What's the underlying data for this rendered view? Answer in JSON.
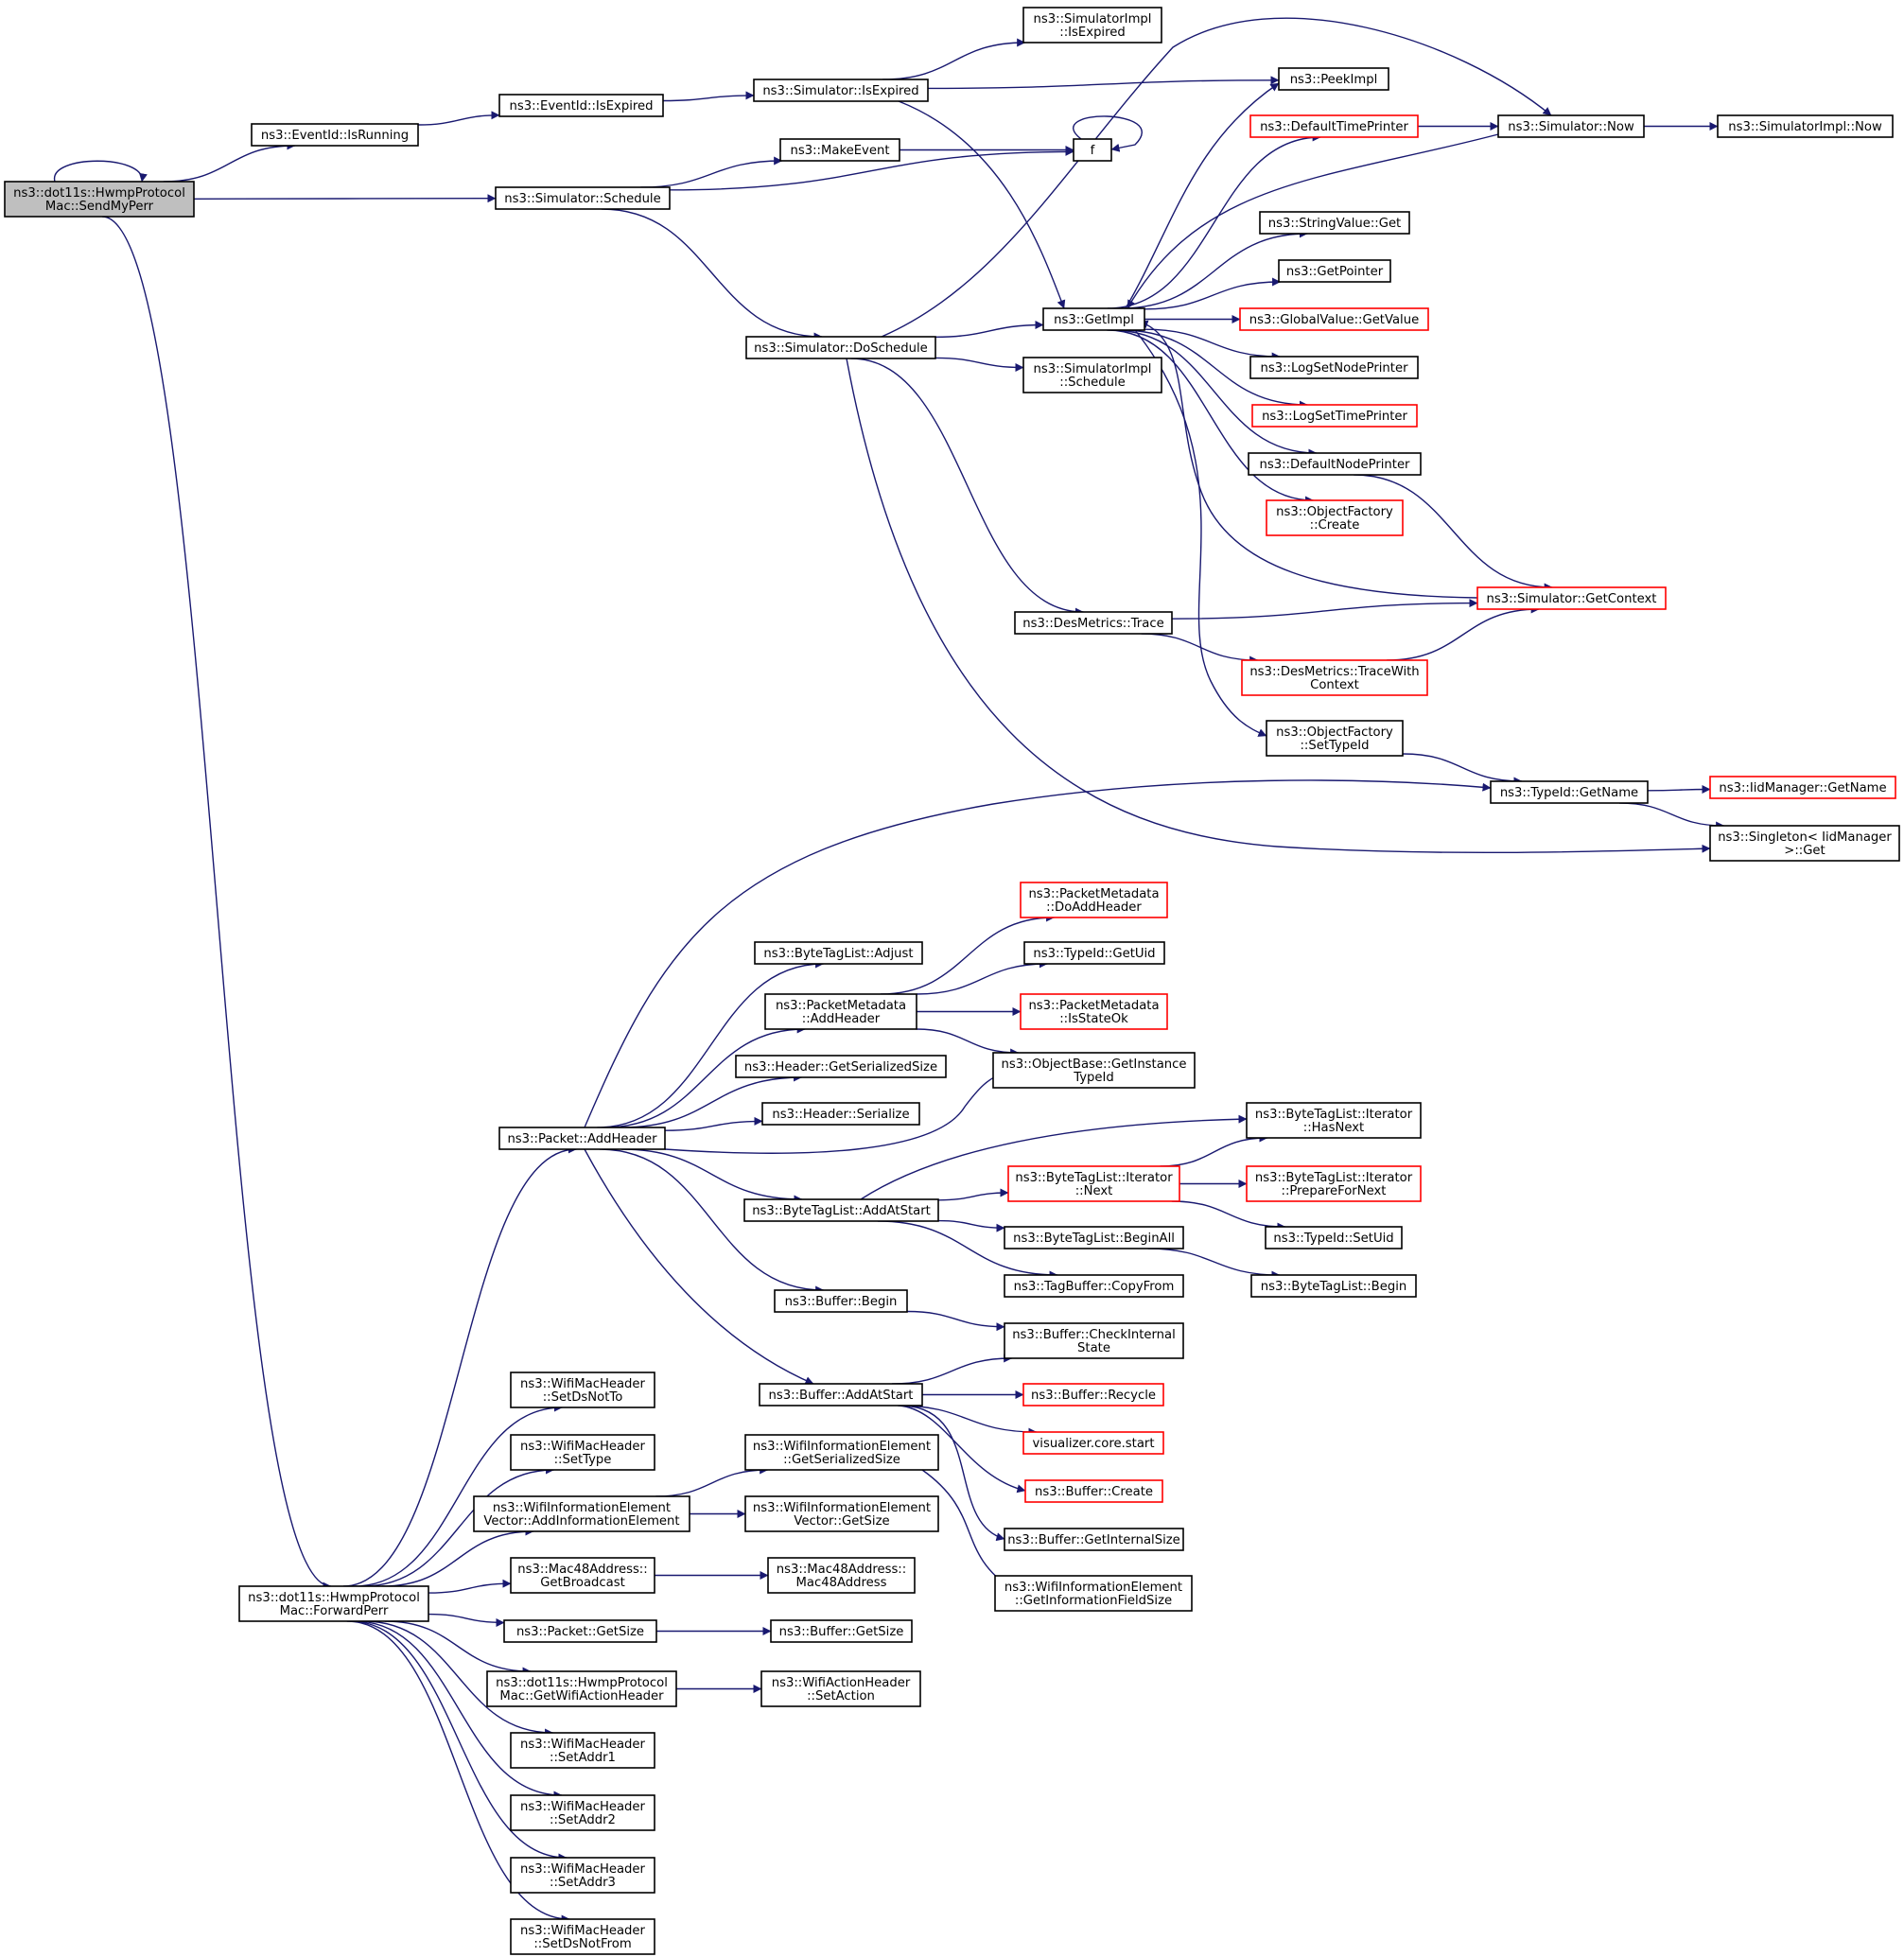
{
  "diagram": {
    "colors": {
      "edge": "#191970",
      "node_border": "#000000",
      "node_border_truncated": "#ff0000",
      "root_fill": "#bfbfbf",
      "node_fill": "#ffffff"
    },
    "nodes": [
      {
        "id": "SendMyPerr",
        "lines": [
          "ns3::dot11s::HwmpProtocol",
          "Mac::SendMyPerr"
        ],
        "style": "root"
      },
      {
        "id": "EventIdIsRunning",
        "lines": [
          "ns3::EventId::IsRunning"
        ],
        "style": "normal"
      },
      {
        "id": "EventIdIsExpired",
        "lines": [
          "ns3::EventId::IsExpired"
        ],
        "style": "normal"
      },
      {
        "id": "SimIsExpired",
        "lines": [
          "ns3::Simulator::IsExpired"
        ],
        "style": "normal"
      },
      {
        "id": "SimImplIsExpired",
        "lines": [
          "ns3::SimulatorImpl",
          "::IsExpired"
        ],
        "style": "normal"
      },
      {
        "id": "PeekImpl",
        "lines": [
          "ns3::PeekImpl"
        ],
        "style": "normal"
      },
      {
        "id": "DefaultTimePrinter",
        "lines": [
          "ns3::DefaultTimePrinter"
        ],
        "style": "truncated"
      },
      {
        "id": "SimNow",
        "lines": [
          "ns3::Simulator::Now"
        ],
        "style": "normal"
      },
      {
        "id": "SimImplNow",
        "lines": [
          "ns3::SimulatorImpl::Now"
        ],
        "style": "normal"
      },
      {
        "id": "MakeEvent",
        "lines": [
          "ns3::MakeEvent"
        ],
        "style": "normal"
      },
      {
        "id": "f",
        "lines": [
          "f"
        ],
        "style": "normal"
      },
      {
        "id": "SimSchedule",
        "lines": [
          "ns3::Simulator::Schedule"
        ],
        "style": "normal"
      },
      {
        "id": "StringValueGet",
        "lines": [
          "ns3::StringValue::Get"
        ],
        "style": "normal"
      },
      {
        "id": "GetPointer",
        "lines": [
          "ns3::GetPointer"
        ],
        "style": "normal"
      },
      {
        "id": "GetImpl",
        "lines": [
          "ns3::GetImpl"
        ],
        "style": "normal"
      },
      {
        "id": "GlobalValueGetValue",
        "lines": [
          "ns3::GlobalValue::GetValue"
        ],
        "style": "truncated"
      },
      {
        "id": "SimDoSchedule",
        "lines": [
          "ns3::Simulator::DoSchedule"
        ],
        "style": "normal"
      },
      {
        "id": "LogSetNodePrinter",
        "lines": [
          "ns3::LogSetNodePrinter"
        ],
        "style": "normal"
      },
      {
        "id": "SimImplSchedule",
        "lines": [
          "ns3::SimulatorImpl",
          "::Schedule"
        ],
        "style": "normal"
      },
      {
        "id": "LogSetTimePrinter",
        "lines": [
          "ns3::LogSetTimePrinter"
        ],
        "style": "truncated"
      },
      {
        "id": "DefaultNodePrinter",
        "lines": [
          "ns3::DefaultNodePrinter"
        ],
        "style": "normal"
      },
      {
        "id": "ObjectFactoryCreate",
        "lines": [
          "ns3::ObjectFactory",
          "::Create"
        ],
        "style": "truncated"
      },
      {
        "id": "SimGetContext",
        "lines": [
          "ns3::Simulator::GetContext"
        ],
        "style": "truncated"
      },
      {
        "id": "DesMetricsTrace",
        "lines": [
          "ns3::DesMetrics::Trace"
        ],
        "style": "normal"
      },
      {
        "id": "DesMetricsTraceWithContext",
        "lines": [
          "ns3::DesMetrics::TraceWith",
          "Context"
        ],
        "style": "truncated"
      },
      {
        "id": "ObjectFactorySetTypeId",
        "lines": [
          "ns3::ObjectFactory",
          "::SetTypeId"
        ],
        "style": "normal"
      },
      {
        "id": "TypeIdGetName",
        "lines": [
          "ns3::TypeId::GetName"
        ],
        "style": "normal"
      },
      {
        "id": "IidManagerGetName",
        "lines": [
          "ns3::IidManager::GetName"
        ],
        "style": "truncated"
      },
      {
        "id": "SingletonGet",
        "lines": [
          "ns3::Singleton< IidManager",
          " >::Get"
        ],
        "style": "normal"
      },
      {
        "id": "PMDoAddHeader",
        "lines": [
          "ns3::PacketMetadata",
          "::DoAddHeader"
        ],
        "style": "truncated"
      },
      {
        "id": "ByteTagListAdjust",
        "lines": [
          "ns3::ByteTagList::Adjust"
        ],
        "style": "normal"
      },
      {
        "id": "TypeIdGetUid",
        "lines": [
          "ns3::TypeId::GetUid"
        ],
        "style": "normal"
      },
      {
        "id": "PMAddHeader",
        "lines": [
          "ns3::PacketMetadata",
          "::AddHeader"
        ],
        "style": "normal"
      },
      {
        "id": "PMIsStateOk",
        "lines": [
          "ns3::PacketMetadata",
          "::IsStateOk"
        ],
        "style": "truncated"
      },
      {
        "id": "HeaderGetSerializedSize",
        "lines": [
          "ns3::Header::GetSerializedSize"
        ],
        "style": "normal"
      },
      {
        "id": "ObjectBaseGetInstanceTypeId",
        "lines": [
          "ns3::ObjectBase::GetInstance",
          "TypeId"
        ],
        "style": "normal"
      },
      {
        "id": "HeaderSerialize",
        "lines": [
          "ns3::Header::Serialize"
        ],
        "style": "normal"
      },
      {
        "id": "PacketAddHeader",
        "lines": [
          "ns3::Packet::AddHeader"
        ],
        "style": "normal"
      },
      {
        "id": "BTLIterHasNext",
        "lines": [
          "ns3::ByteTagList::Iterator",
          "::HasNext"
        ],
        "style": "normal"
      },
      {
        "id": "BTLIterNext",
        "lines": [
          "ns3::ByteTagList::Iterator",
          "::Next"
        ],
        "style": "truncated"
      },
      {
        "id": "BTLIterPrepareForNext",
        "lines": [
          "ns3::ByteTagList::Iterator",
          "::PrepareForNext"
        ],
        "style": "truncated"
      },
      {
        "id": "BTLAddAtStart",
        "lines": [
          "ns3::ByteTagList::AddAtStart"
        ],
        "style": "normal"
      },
      {
        "id": "TypeIdSetUid",
        "lines": [
          "ns3::TypeId::SetUid"
        ],
        "style": "normal"
      },
      {
        "id": "BTLBeginAll",
        "lines": [
          "ns3::ByteTagList::BeginAll"
        ],
        "style": "normal"
      },
      {
        "id": "TagBufferCopyFrom",
        "lines": [
          "ns3::TagBuffer::CopyFrom"
        ],
        "style": "normal"
      },
      {
        "id": "BTLBegin",
        "lines": [
          "ns3::ByteTagList::Begin"
        ],
        "style": "normal"
      },
      {
        "id": "BufferBegin",
        "lines": [
          "ns3::Buffer::Begin"
        ],
        "style": "normal"
      },
      {
        "id": "BufferCheckInternalState",
        "lines": [
          "ns3::Buffer::CheckInternal",
          "State"
        ],
        "style": "normal"
      },
      {
        "id": "WMHSetDsNotTo",
        "lines": [
          "ns3::WifiMacHeader",
          "::SetDsNotTo"
        ],
        "style": "normal"
      },
      {
        "id": "BufferAddAtStart",
        "lines": [
          "ns3::Buffer::AddAtStart"
        ],
        "style": "normal"
      },
      {
        "id": "BufferRecycle",
        "lines": [
          "ns3::Buffer::Recycle"
        ],
        "style": "truncated"
      },
      {
        "id": "WMHSetType",
        "lines": [
          "ns3::WifiMacHeader",
          "::SetType"
        ],
        "style": "normal"
      },
      {
        "id": "WIEGetSerializedSize",
        "lines": [
          "ns3::WifiInformationElement",
          "::GetSerializedSize"
        ],
        "style": "normal"
      },
      {
        "id": "VisualizerCoreStart",
        "lines": [
          "visualizer.core.start"
        ],
        "style": "truncated"
      },
      {
        "id": "BufferCreate",
        "lines": [
          "ns3::Buffer::Create"
        ],
        "style": "truncated"
      },
      {
        "id": "WIEVAddInformationElement",
        "lines": [
          "ns3::WifiInformationElement",
          "Vector::AddInformationElement"
        ],
        "style": "normal"
      },
      {
        "id": "WIEVGetSize",
        "lines": [
          "ns3::WifiInformationElement",
          "Vector::GetSize"
        ],
        "style": "normal"
      },
      {
        "id": "BufferGetInternalSize",
        "lines": [
          "ns3::Buffer::GetInternalSize"
        ],
        "style": "normal"
      },
      {
        "id": "Mac48GetBroadcast",
        "lines": [
          "ns3::Mac48Address::",
          "GetBroadcast"
        ],
        "style": "normal"
      },
      {
        "id": "Mac48Address",
        "lines": [
          "ns3::Mac48Address::",
          "Mac48Address"
        ],
        "style": "normal"
      },
      {
        "id": "WIEGetInformationFieldSize",
        "lines": [
          "ns3::WifiInformationElement",
          "::GetInformationFieldSize"
        ],
        "style": "normal"
      },
      {
        "id": "ForwardPerr",
        "lines": [
          "ns3::dot11s::HwmpProtocol",
          "Mac::ForwardPerr"
        ],
        "style": "normal"
      },
      {
        "id": "PacketGetSize",
        "lines": [
          "ns3::Packet::GetSize"
        ],
        "style": "normal"
      },
      {
        "id": "BufferGetSize",
        "lines": [
          "ns3::Buffer::GetSize"
        ],
        "style": "normal"
      },
      {
        "id": "GetWifiActionHeader",
        "lines": [
          "ns3::dot11s::HwmpProtocol",
          "Mac::GetWifiActionHeader"
        ],
        "style": "normal"
      },
      {
        "id": "WAHSetAction",
        "lines": [
          "ns3::WifiActionHeader",
          "::SetAction"
        ],
        "style": "normal"
      },
      {
        "id": "WMHSetAddr1",
        "lines": [
          "ns3::WifiMacHeader",
          "::SetAddr1"
        ],
        "style": "normal"
      },
      {
        "id": "WMHSetAddr2",
        "lines": [
          "ns3::WifiMacHeader",
          "::SetAddr2"
        ],
        "style": "normal"
      },
      {
        "id": "WMHSetAddr3",
        "lines": [
          "ns3::WifiMacHeader",
          "::SetAddr3"
        ],
        "style": "normal"
      },
      {
        "id": "WMHSetDsNotFrom",
        "lines": [
          "ns3::WifiMacHeader",
          "::SetDsNotFrom"
        ],
        "style": "normal"
      }
    ],
    "edges": [
      [
        "SendMyPerr",
        "SendMyPerr"
      ],
      [
        "SendMyPerr",
        "EventIdIsRunning"
      ],
      [
        "SendMyPerr",
        "SimSchedule"
      ],
      [
        "SendMyPerr",
        "ForwardPerr"
      ],
      [
        "EventIdIsRunning",
        "EventIdIsExpired"
      ],
      [
        "EventIdIsExpired",
        "SimIsExpired"
      ],
      [
        "SimIsExpired",
        "SimImplIsExpired"
      ],
      [
        "SimIsExpired",
        "PeekImpl"
      ],
      [
        "SimIsExpired",
        "GetImpl"
      ],
      [
        "SimSchedule",
        "MakeEvent"
      ],
      [
        "SimSchedule",
        "f"
      ],
      [
        "SimSchedule",
        "SimDoSchedule"
      ],
      [
        "MakeEvent",
        "f"
      ],
      [
        "f",
        "f"
      ],
      [
        "DefaultTimePrinter",
        "SimNow"
      ],
      [
        "SimNow",
        "SimImplNow"
      ],
      [
        "SimNow",
        "GetImpl"
      ],
      [
        "SimDoSchedule",
        "SimNow"
      ],
      [
        "SimDoSchedule",
        "GetImpl"
      ],
      [
        "SimDoSchedule",
        "SimImplSchedule"
      ],
      [
        "SimDoSchedule",
        "DesMetricsTrace"
      ],
      [
        "SimDoSchedule",
        "SingletonGet"
      ],
      [
        "GetImpl",
        "PeekImpl"
      ],
      [
        "GetImpl",
        "DefaultTimePrinter"
      ],
      [
        "GetImpl",
        "StringValueGet"
      ],
      [
        "GetImpl",
        "GetPointer"
      ],
      [
        "GetImpl",
        "GlobalValueGetValue"
      ],
      [
        "GetImpl",
        "LogSetNodePrinter"
      ],
      [
        "GetImpl",
        "LogSetTimePrinter"
      ],
      [
        "GetImpl",
        "DefaultNodePrinter"
      ],
      [
        "GetImpl",
        "ObjectFactoryCreate"
      ],
      [
        "GetImpl",
        "ObjectFactorySetTypeId"
      ],
      [
        "DefaultNodePrinter",
        "SimGetContext"
      ],
      [
        "SimGetContext",
        "GetImpl"
      ],
      [
        "DesMetricsTrace",
        "SimGetContext"
      ],
      [
        "DesMetricsTrace",
        "DesMetricsTraceWithContext"
      ],
      [
        "DesMetricsTraceWithContext",
        "SimGetContext"
      ],
      [
        "ObjectFactorySetTypeId",
        "TypeIdGetName"
      ],
      [
        "TypeIdGetName",
        "IidManagerGetName"
      ],
      [
        "TypeIdGetName",
        "SingletonGet"
      ],
      [
        "PacketAddHeader",
        "TypeIdGetName"
      ],
      [
        "PacketAddHeader",
        "ByteTagListAdjust"
      ],
      [
        "PacketAddHeader",
        "PMAddHeader"
      ],
      [
        "PacketAddHeader",
        "HeaderGetSerializedSize"
      ],
      [
        "PacketAddHeader",
        "HeaderSerialize"
      ],
      [
        "PacketAddHeader",
        "ObjectBaseGetInstanceTypeId"
      ],
      [
        "PacketAddHeader",
        "BTLAddAtStart"
      ],
      [
        "PacketAddHeader",
        "BufferBegin"
      ],
      [
        "PacketAddHeader",
        "BufferAddAtStart"
      ],
      [
        "PMAddHeader",
        "PMDoAddHeader"
      ],
      [
        "PMAddHeader",
        "TypeIdGetUid"
      ],
      [
        "PMAddHeader",
        "PMIsStateOk"
      ],
      [
        "PMAddHeader",
        "ObjectBaseGetInstanceTypeId"
      ],
      [
        "BTLAddAtStart",
        "BTLIterHasNext"
      ],
      [
        "BTLAddAtStart",
        "BTLIterNext"
      ],
      [
        "BTLAddAtStart",
        "BTLBeginAll"
      ],
      [
        "BTLAddAtStart",
        "TagBufferCopyFrom"
      ],
      [
        "BTLIterNext",
        "BTLIterHasNext"
      ],
      [
        "BTLIterNext",
        "BTLIterPrepareForNext"
      ],
      [
        "BTLIterNext",
        "TypeIdSetUid"
      ],
      [
        "BTLBeginAll",
        "BTLBegin"
      ],
      [
        "BufferBegin",
        "BufferCheckInternalState"
      ],
      [
        "BufferAddAtStart",
        "BufferCheckInternalState"
      ],
      [
        "BufferAddAtStart",
        "BufferRecycle"
      ],
      [
        "BufferAddAtStart",
        "VisualizerCoreStart"
      ],
      [
        "BufferAddAtStart",
        "BufferCreate"
      ],
      [
        "BufferAddAtStart",
        "BufferGetInternalSize"
      ],
      [
        "WIEVAddInformationElement",
        "WIEGetSerializedSize"
      ],
      [
        "WIEVAddInformationElement",
        "WIEVGetSize"
      ],
      [
        "WIEGetSerializedSize",
        "WIEGetInformationFieldSize"
      ],
      [
        "Mac48GetBroadcast",
        "Mac48Address"
      ],
      [
        "PacketGetSize",
        "BufferGetSize"
      ],
      [
        "GetWifiActionHeader",
        "WAHSetAction"
      ],
      [
        "ForwardPerr",
        "PacketAddHeader"
      ],
      [
        "ForwardPerr",
        "WMHSetDsNotTo"
      ],
      [
        "ForwardPerr",
        "WMHSetType"
      ],
      [
        "ForwardPerr",
        "WIEVAddInformationElement"
      ],
      [
        "ForwardPerr",
        "Mac48GetBroadcast"
      ],
      [
        "ForwardPerr",
        "PacketGetSize"
      ],
      [
        "ForwardPerr",
        "GetWifiActionHeader"
      ],
      [
        "ForwardPerr",
        "WMHSetAddr1"
      ],
      [
        "ForwardPerr",
        "WMHSetAddr2"
      ],
      [
        "ForwardPerr",
        "WMHSetAddr3"
      ],
      [
        "ForwardPerr",
        "WMHSetDsNotFrom"
      ]
    ]
  }
}
